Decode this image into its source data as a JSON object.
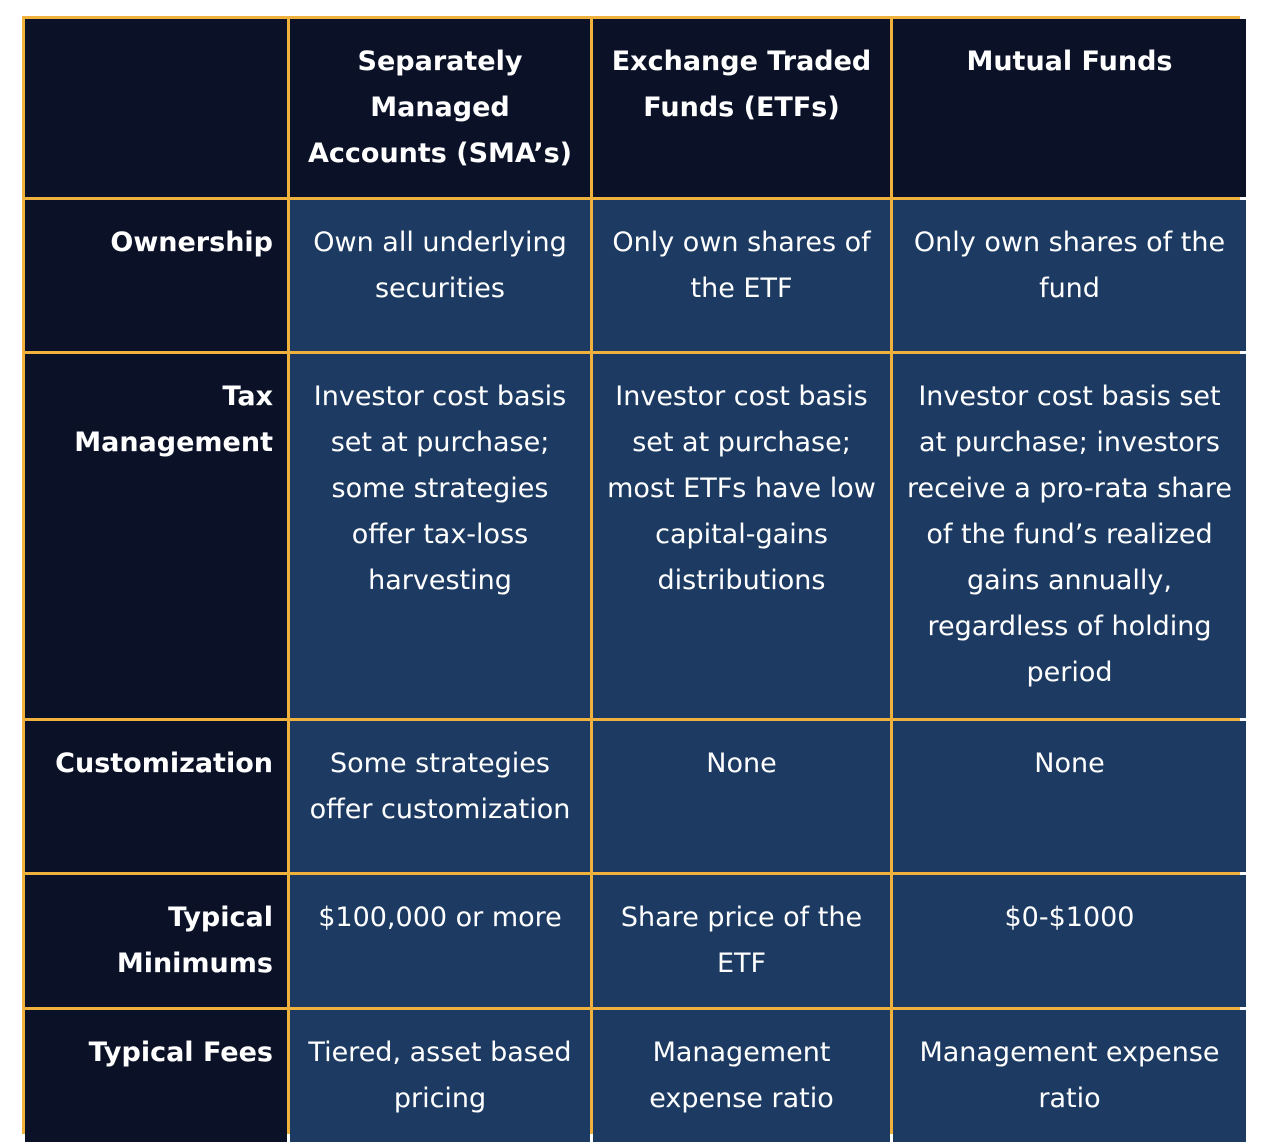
{
  "colors": {
    "border": "#f0b23c",
    "header_bg": "#0b1228",
    "cell_bg": "#1c3a62",
    "text": "#ffffff"
  },
  "headers": [
    "",
    "Separately Managed Accounts (SMA’s)",
    "Exchange Traded Funds (ETFs)",
    "Mutual Funds"
  ],
  "rows": [
    {
      "label": "Ownership",
      "cells": [
        "Own all underlying securities",
        "Only own shares of the ETF",
        "Only own shares of the fund"
      ]
    },
    {
      "label": "Tax Management",
      "cells": [
        "Investor cost basis set at purchase; some strategies offer tax-loss harvesting",
        "Investor cost basis set at purchase; most ETFs have low capital-gains distributions",
        "Investor cost basis set at purchase; investors receive a pro-rata share of the fund’s realized gains annually, regardless of holding period"
      ]
    },
    {
      "label": "Customization",
      "cells": [
        "Some strategies offer customization",
        "None",
        "None"
      ]
    },
    {
      "label": "Typical Minimums",
      "cells": [
        "$100,000 or more",
        "Share price of the ETF",
        "$0-$1000"
      ]
    },
    {
      "label": "Typical Fees",
      "cells": [
        "Tiered, asset based pricing",
        "Management expense ratio",
        "Management expense ratio"
      ]
    }
  ]
}
